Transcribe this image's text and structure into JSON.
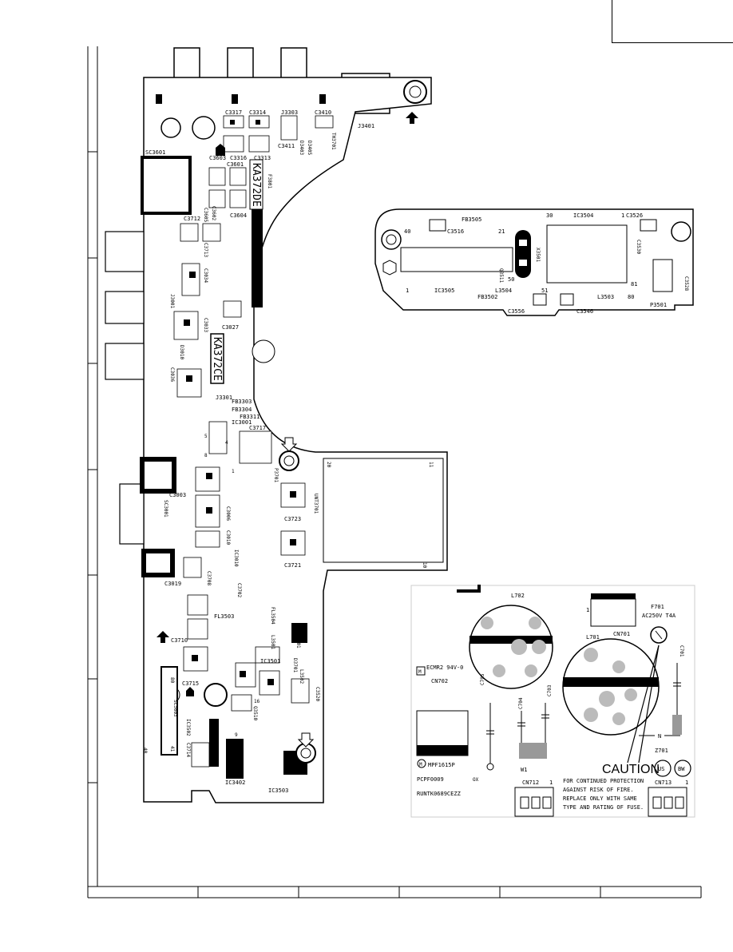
{
  "main_board": {
    "board_markings": [
      "KA372DE",
      "KA372CE"
    ],
    "labels": {
      "C3317": "C3317",
      "C3314": "C3314",
      "J3303": "J3303",
      "C3410": "C3410",
      "J3401": "J3401",
      "C3316": "C3316",
      "C3313": "C3313",
      "C3411": "C3411",
      "TH3701": "TH3701",
      "D3405": "D3405",
      "D3403": "D3403",
      "SC3601": "SC3601",
      "C3603": "C3603",
      "C3601": "C3601",
      "F3801": "F3801",
      "C3605": "C3605",
      "C3602": "C3602",
      "C3604": "C3604",
      "C3712": "C3712",
      "C3713": "C3713",
      "C3034": "C3034",
      "J3001": "J3001",
      "C3027": "C3027",
      "C3033": "C3033",
      "D3010": "D3010",
      "C3036": "C3036",
      "J3301": "J3301",
      "FB3303": "FB3303",
      "FB3304": "FB3304",
      "FB3311": "FB3311",
      "IC3001": "IC3001",
      "C3717": "C3717",
      "P3701": "P3701",
      "C3003": "C3003",
      "SC3001": "SC3001",
      "C3006": "C3006",
      "C3010": "C3010",
      "UNT3701": "UNT3701",
      "C3723": "C3723",
      "C3721": "C3721",
      "C3019": "C3019",
      "IC3010": "IC3010",
      "C3708": "C3708",
      "C3702": "C3702",
      "FL3503": "FL3503",
      "FL3504": "FL3504",
      "L3501": "L3501",
      "IC3701": "IC3701",
      "C3710": "C3710",
      "IC3501": "IC3501",
      "D3701": "D3701",
      "L3502": "L3502",
      "C3715": "C3715",
      "SC3003": "SC3003",
      "IC3502": "IC3502",
      "C3714": "C3714",
      "Q3510": "Q3510",
      "C3520": "C3520",
      "IC3402": "IC3402",
      "IC3503": "IC3503"
    },
    "pins": {
      "p20": "20",
      "p11": "11",
      "p10": "10",
      "p5": "5",
      "p8": "8",
      "p4": "4",
      "p1": "1",
      "p40": "40",
      "p41": "41",
      "p80": "80",
      "p16": "16",
      "p9": "9"
    }
  },
  "sub_board": {
    "labels": {
      "FB3505": "FB3505",
      "C3516": "C3516",
      "IC3504": "IC3504",
      "C3526": "C3526",
      "X3501": "X3501",
      "Q3511": "Q3511",
      "C3530": "C3530",
      "C3528": "C3528",
      "IC3505": "IC3505",
      "FB3502": "FB3502",
      "L3504": "L3504",
      "L3503": "L3503",
      "P3501": "P3501",
      "C3556": "C3556",
      "C3546": "C3546"
    },
    "pins": {
      "p40": "40",
      "p21": "21",
      "p30": "30",
      "p1a": "1",
      "p1b": "1",
      "p50": "50",
      "p51": "51",
      "p81": "81",
      "p80": "80"
    }
  },
  "power_board": {
    "labels": {
      "L702": "L702",
      "F701": "F701",
      "rating": "AC250V T4A",
      "L701": "L701",
      "CN701": "CN701",
      "C701": "C701",
      "ECMR2": "ECMR2 94V-0",
      "CN702": "CN702",
      "C705": "C705",
      "C704": "C704",
      "C703": "C703",
      "N": "N",
      "Z701": "Z701",
      "part_no": "MPF1615P",
      "pcb": "PCPF0009",
      "pcb_suffix": "OX",
      "runtk": "RUNTK0689CEZZ",
      "W1": "W1",
      "CN712": "CN712",
      "CN713": "CN713",
      "caution": "CAUTION",
      "us": "US",
      "bw": "BW",
      "warn1": "FOR CONTINUED PROTECTION",
      "warn2": "AGAINST RISK OF FIRE.",
      "warn3": "REPLACE ONLY WITH SAME",
      "warn4": "TYPE AND RATING OF FUSE.",
      "one_a": "1",
      "one_b": "1",
      "one_c": "1"
    }
  },
  "colors": {
    "ink": "#000000",
    "paper": "#ffffff",
    "pad": "#333333",
    "trace": "#555555",
    "dot": "#999999"
  }
}
